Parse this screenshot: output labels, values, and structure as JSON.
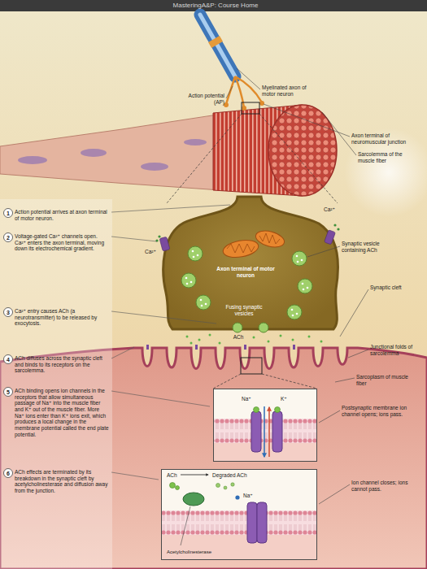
{
  "diagram": {
    "nodes": [
      {
        "text": [
          "Na⁺",
          "K⁺"
        ]
      },
      {
        "text": [
          "ACh",
          "Degraded ACh",
          "Na⁺",
          "Acetylcholinesterase"
        ]
      }
    ],
    "labels": [
      "MasteringA&P: Course Home",
      "Myelinated axon of motor neuron",
      "Action potential (AP)",
      "Axon terminal of neuromuscular junction",
      "Sarcolemma of the muscle fiber",
      "1",
      "Action potential arrives at axon terminal of motor neuron.",
      "2",
      "Voltage-gated Ca²⁺ channels open. Ca²⁺ enters the axon terminal, moving down its electrochemical gradient.",
      "Ca²⁺",
      "Ca²⁺",
      "Synaptic vesicle containing ACh",
      "Axon terminal of motor neuron",
      "Synaptic cleft",
      "3",
      "Ca²⁺ entry causes ACh (a neurotransmitter) to be released by exocytosis.",
      "Fusing synaptic vesicles",
      "ACh",
      "Junctional folds of sarcolemma",
      "4",
      "ACh diffuses across the synaptic cleft and binds to its receptors on the sarcolemma.",
      "Sarcoplasm of muscle fiber",
      "5",
      "ACh binding opens ion channels in the receptors that allow simultaneous passage of Na⁺ into the muscle fiber and K⁺ out of the muscle fiber. More Na⁺ ions enter than K⁺ ions exit, which produces a local change in the membrane potential called the end plate potential.",
      "Postsynaptic membrane ion channel opens; ions pass.",
      "6",
      "ACh effects are terminated by its breakdown in the synaptic cleft by acetylcholinesterase and diffusion away from the junction.",
      "Ion channel closes; ions cannot pass."
    ]
  }
}
